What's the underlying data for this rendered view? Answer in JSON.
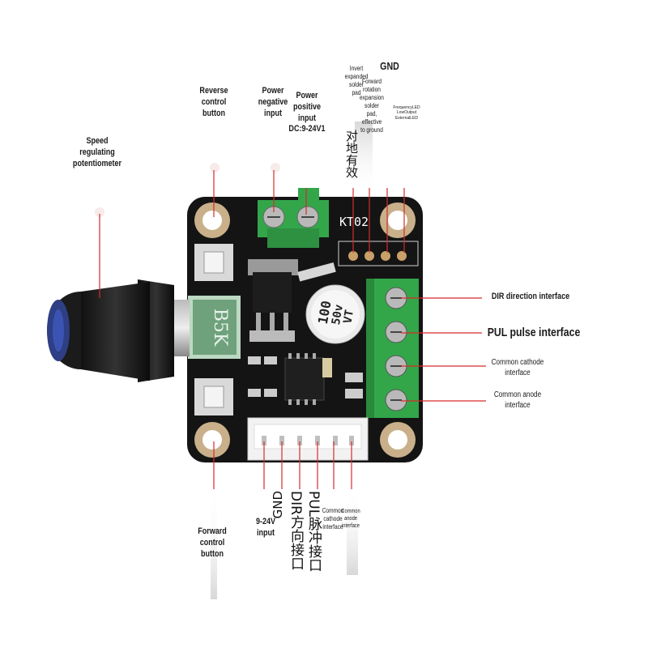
{
  "image": {
    "board_model": "KT02",
    "potentiometer_marking": "B5K",
    "capacitor_marking": "100\n50v\nVT"
  },
  "labels": {
    "speed_pot": "Speed\nregulating\npotentiometer",
    "reverse_button": "Reverse\ncontrol\nbutton",
    "power_negative": "Power\nnegative\ninput",
    "power_positive": "Power\npositive\ninput\nDC:9-24V1",
    "invert_pad": "Invert\nexpanded\nsolder\npad",
    "gnd_top": "GND",
    "forward_pad": "Forward\nrotation\nexpansion\nsolder\npad,\neffective\nto ground",
    "chinese_top": "对地有效",
    "led_note": "FrequencyLED\nLowOutput\nExternalLED",
    "dir_interface": "DIR direction interface",
    "pul_interface": "PUL pulse interface",
    "common_cathode_right": "Common cathode\ninterface",
    "common_anode_right": "Common anode\ninterface",
    "forward_button": "Forward\ncontrol\nbutton",
    "input_9_24": "9-24V\ninput",
    "gnd_vertical": "GND",
    "dir_vertical": "DIR方向接口",
    "pul_vertical": "PUL脉冲接口",
    "common_cathode_bottom": "Common\ncathode\ninterface",
    "common_anode_bottom": "Common\nanode\ninterface"
  }
}
